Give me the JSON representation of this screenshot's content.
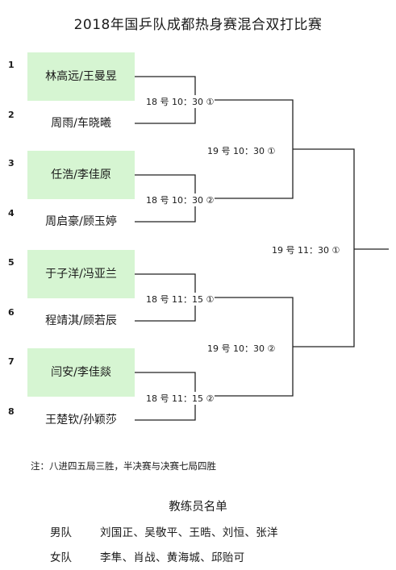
{
  "title": "2018年国乒队成都热身赛混合双打比赛",
  "seeds": [
    "1",
    "2",
    "3",
    "4",
    "5",
    "6",
    "7",
    "8"
  ],
  "pairs": [
    "林高远/王曼昱",
    "周雨/车晓曦",
    "任浩/李佳原",
    "周启豪/顾玉婷",
    "于子洋/冯亚兰",
    "程靖淇/顾若辰",
    "闫安/李佳燚",
    "王楚钦/孙颖莎"
  ],
  "matches": {
    "qf1": "18 号 10：30 ①",
    "qf2": "18 号 10：30 ②",
    "qf3": "18 号 11：15 ①",
    "qf4": "18 号 11：15 ②",
    "sf1": "19 号 10：30 ①",
    "sf2": "19 号 10：30 ②",
    "final": "19 号 11：30 ①"
  },
  "note": "注：八进四五局三胜，半决赛与决赛七局四胜",
  "coaches": {
    "title": "教练员名单",
    "men_label": "男队",
    "men": "刘国正、吴敬平、王晧、刘恒、张洋",
    "women_label": "女队",
    "women": "李隼、肖战、黄海城、邱贻可"
  }
}
